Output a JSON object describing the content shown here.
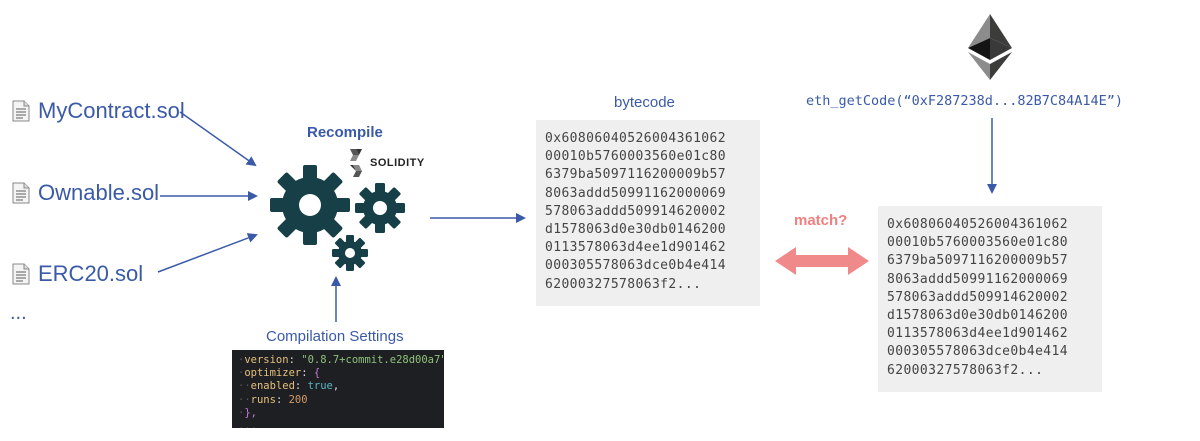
{
  "files": [
    {
      "name": "MyContract.sol"
    },
    {
      "name": "Ownable.sol"
    },
    {
      "name": "ERC20.sol"
    }
  ],
  "files_more": "...",
  "recompile_label": "Recompile",
  "solidity_label": "SOLIDITY",
  "compilation_settings_label": "Compilation Settings",
  "settings_code": {
    "version_key": "version",
    "version_val": "\"0.8.7+commit.e28d00a7\"",
    "optimizer_key": "optimizer",
    "enabled_key": "enabled",
    "enabled_val": "true",
    "runs_key": "runs",
    "runs_val": "200",
    "close": "},",
    "more": "..."
  },
  "bytecode_label": "bytecode",
  "bytecode_text": "0x60806040526004361062\n00010b5760003560e01c80\n6379ba5097116200009b57\n8063addd50991162000069\n578063addd509914620002\nd1578063d0e30db0146200\n0113578063d4ee1d901462\n000305578063dce0b4e414\n62000327578063f2...",
  "match_label": "match?",
  "get_code_call": "eth_getCode(“0xF287238d...82B7C84A14E”)",
  "onchain_bytecode_text": "0x60806040526004361062\n00010b5760003560e01c80\n6379ba5097116200009b57\n8063addd50991162000069\n578063addd509914620002\nd1578063d0e30db0146200\n0113578063d4ee1d901462\n000305578063dce0b4e414\n62000327578063f2...",
  "colors": {
    "accent_blue": "#3a5aa8",
    "gear": "#173f47",
    "match_arrow": "#f08a8a",
    "code_bg": "#efefef",
    "settings_bg": "#1e1f22"
  }
}
